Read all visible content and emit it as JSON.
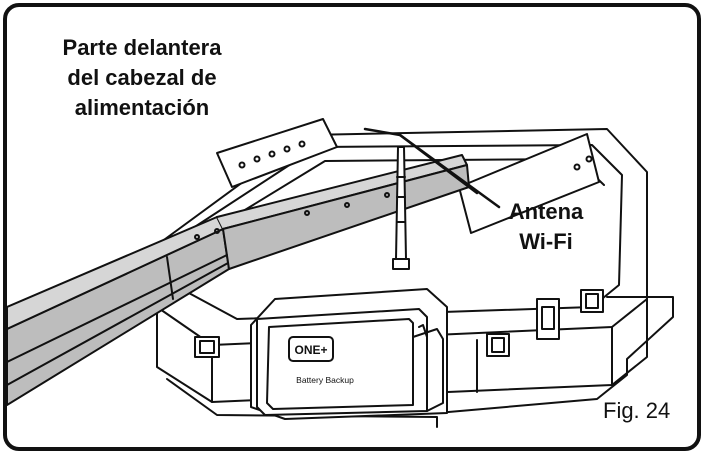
{
  "callouts": {
    "front_lines": [
      "Parte delantera",
      "del cabezal de",
      "alimentación"
    ],
    "antenna_lines": [
      "Antena",
      "Wi-Fi"
    ]
  },
  "battery_pack": {
    "brand": "ONE+",
    "text": "Battery Backup"
  },
  "figure_label": "Fig. 24",
  "colors": {
    "line": "#111111",
    "rail_fill": "#bdbdbd",
    "rail_top": "#d6d6d6"
  }
}
